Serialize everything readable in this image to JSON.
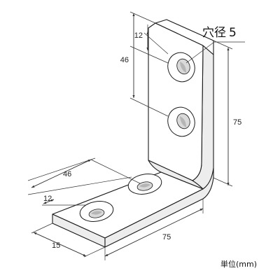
{
  "dimensions": {
    "vertical_hole_offset": "12",
    "vertical_hole_pitch": "46",
    "vertical_height": "75",
    "horizontal_hole_pitch": "46",
    "horizontal_hole_offset": "12",
    "horizontal_length": "75",
    "width": "15"
  },
  "callout": {
    "label": "穴径",
    "value": "5"
  },
  "unit_note": "単位(mm)"
}
